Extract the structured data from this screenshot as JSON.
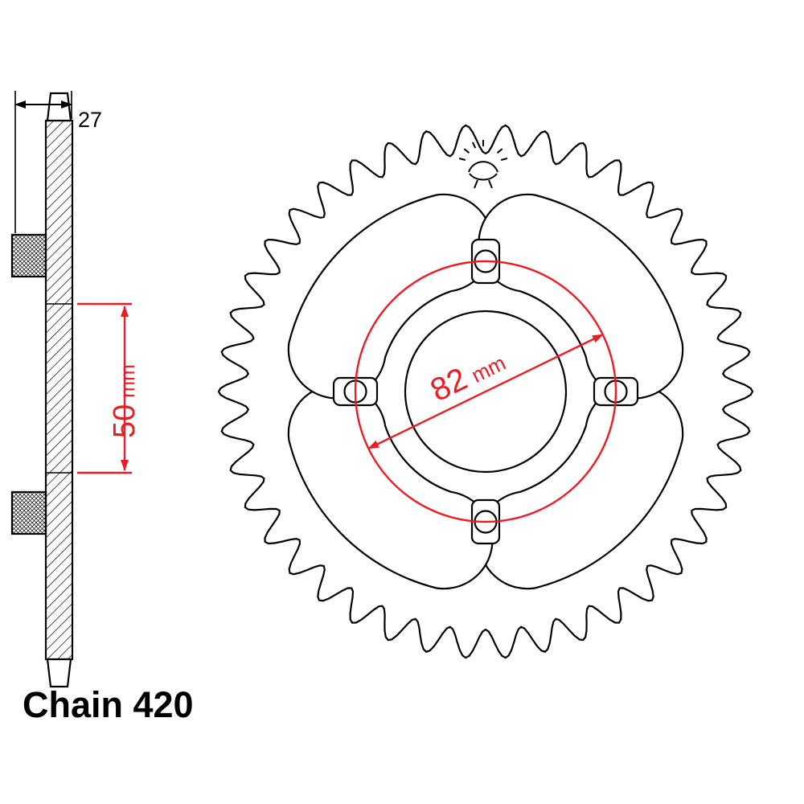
{
  "colors": {
    "dimension_red": "#ec1c24",
    "line_black": "#000000"
  },
  "icons": {
    "brand": "sun-rays-logo"
  },
  "labels": {
    "top_width": "27",
    "offset_value": "50",
    "offset_unit": "mm",
    "bore_value": "82",
    "bore_unit": "mm",
    "chain": "Chain 420"
  }
}
